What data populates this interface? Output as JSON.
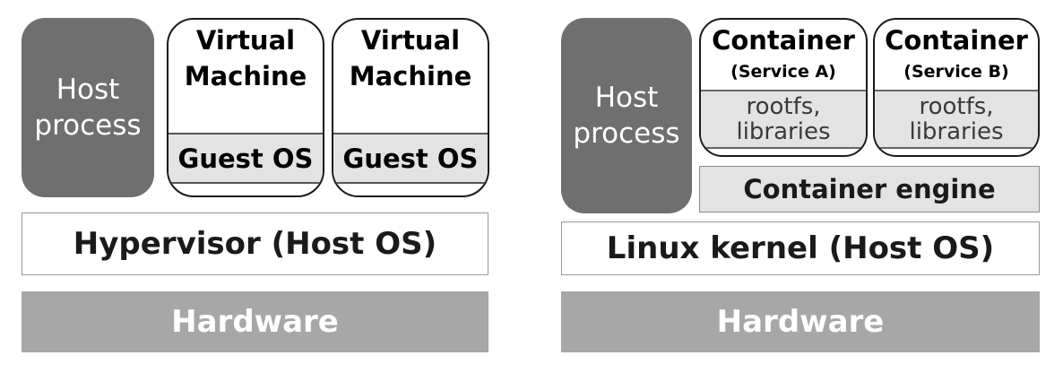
{
  "left": {
    "host_process": "Host\nprocess",
    "vms": [
      {
        "title": "Virtual\nMachine",
        "guest": "Guest OS"
      },
      {
        "title": "Virtual\nMachine",
        "guest": "Guest OS"
      }
    ],
    "hypervisor": "Hypervisor (Host OS)",
    "hardware": "Hardware"
  },
  "right": {
    "host_process": "Host\nprocess",
    "containers": [
      {
        "title": "Container",
        "service": "(Service A)",
        "libs": "rootfs,\nlibraries"
      },
      {
        "title": "Container",
        "service": "(Service B)",
        "libs": "rootfs,\nlibraries"
      }
    ],
    "engine": "Container engine",
    "kernel": "Linux kernel (Host OS)",
    "hardware": "Hardware"
  },
  "colors": {
    "host_process_fill": "#6f6f6f",
    "hardware_fill": "#a7a7a7",
    "band_fill": "#e3e3e3"
  }
}
